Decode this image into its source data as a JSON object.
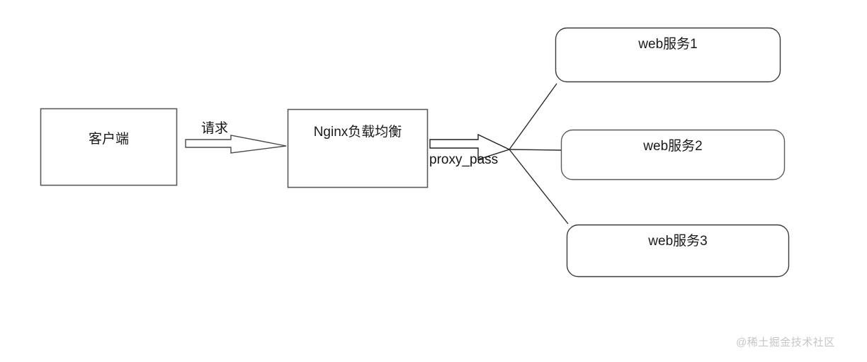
{
  "diagram": {
    "title": "Nginx load balancing flow diagram",
    "background_color": "#ffffff",
    "stroke_color": "#555555",
    "text_color": "#1a1a1a",
    "nodes": [
      {
        "id": "client",
        "label": "客户端",
        "shape": "rectangle"
      },
      {
        "id": "nginx",
        "label": "Nginx负载均衡",
        "shape": "rectangle"
      },
      {
        "id": "web1",
        "label": "web服务1",
        "shape": "rounded-rectangle"
      },
      {
        "id": "web2",
        "label": "web服务2",
        "shape": "rounded-rectangle"
      },
      {
        "id": "web3",
        "label": "web服务3",
        "shape": "rounded-rectangle"
      }
    ],
    "edges": [
      {
        "id": "client-to-nginx",
        "from": "client",
        "to": "nginx",
        "label": "请求",
        "style": "block-arrow"
      },
      {
        "id": "nginx-to-web",
        "from": "nginx",
        "to": [
          "web1",
          "web2",
          "web3"
        ],
        "label": "proxy_pass",
        "style": "block-arrow-fanout"
      }
    ]
  },
  "watermark": {
    "text": "@稀土掘金技术社区",
    "color": "#c6c6c6"
  }
}
